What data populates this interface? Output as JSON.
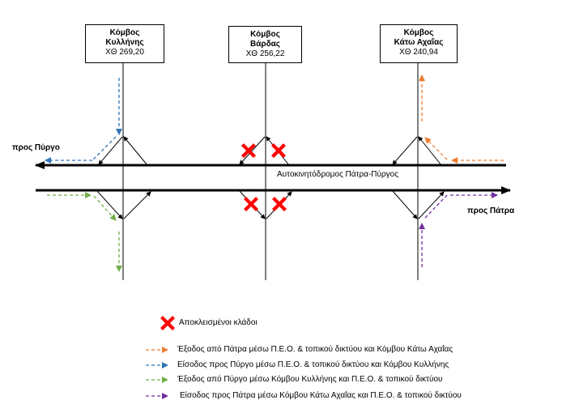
{
  "nodes": [
    {
      "name_line1": "Κόμβος",
      "name_line2": "Κυλλήνης",
      "chainage": "ΧΘ 269,20"
    },
    {
      "name_line1": "Κόμβος",
      "name_line2": "Βάρδας",
      "chainage": "ΧΘ 256,22"
    },
    {
      "name_line1": "Κόμβος",
      "name_line2": "Κάτω Αχαΐας",
      "chainage": "ΧΘ 240,94"
    }
  ],
  "directions": {
    "to_pyrgos": "προς Πύργο",
    "to_patra": "προς Πάτρα"
  },
  "highway_label": "Αυτοκινητόδρομος Πάτρα-Πύργος",
  "legend": {
    "closed_label": "Αποκλεισμένοι κλάδοι",
    "items": [
      {
        "color": "#ED7D31",
        "label": "Έξοδος από Πάτρα μέσω Π.Ε.Ο. & τοπικού δικτύου και Κόμβου Κάτω Αχαΐας"
      },
      {
        "color": "#2E75B6",
        "label": "Είσοδος προς Πύργο μέσω Π.Ε.Ο. & τοπικού δικτύου και Κόμβου Κυλλήνης"
      },
      {
        "color": "#70AD47",
        "label": "Έξοδος από Πύργο μέσω Κόμβου Κυλλήνης και Π.Ε.Ο. & τοπικού δικτύου"
      },
      {
        "color": "#7030A0",
        "label": "Είσοδος προς Πάτρα μέσω Κόμβου Κάτω Αχαΐας και Π.Ε.Ο. & τοπικού δικτύου"
      }
    ]
  },
  "colors": {
    "closed": "#FF0000",
    "road": "#000000"
  }
}
